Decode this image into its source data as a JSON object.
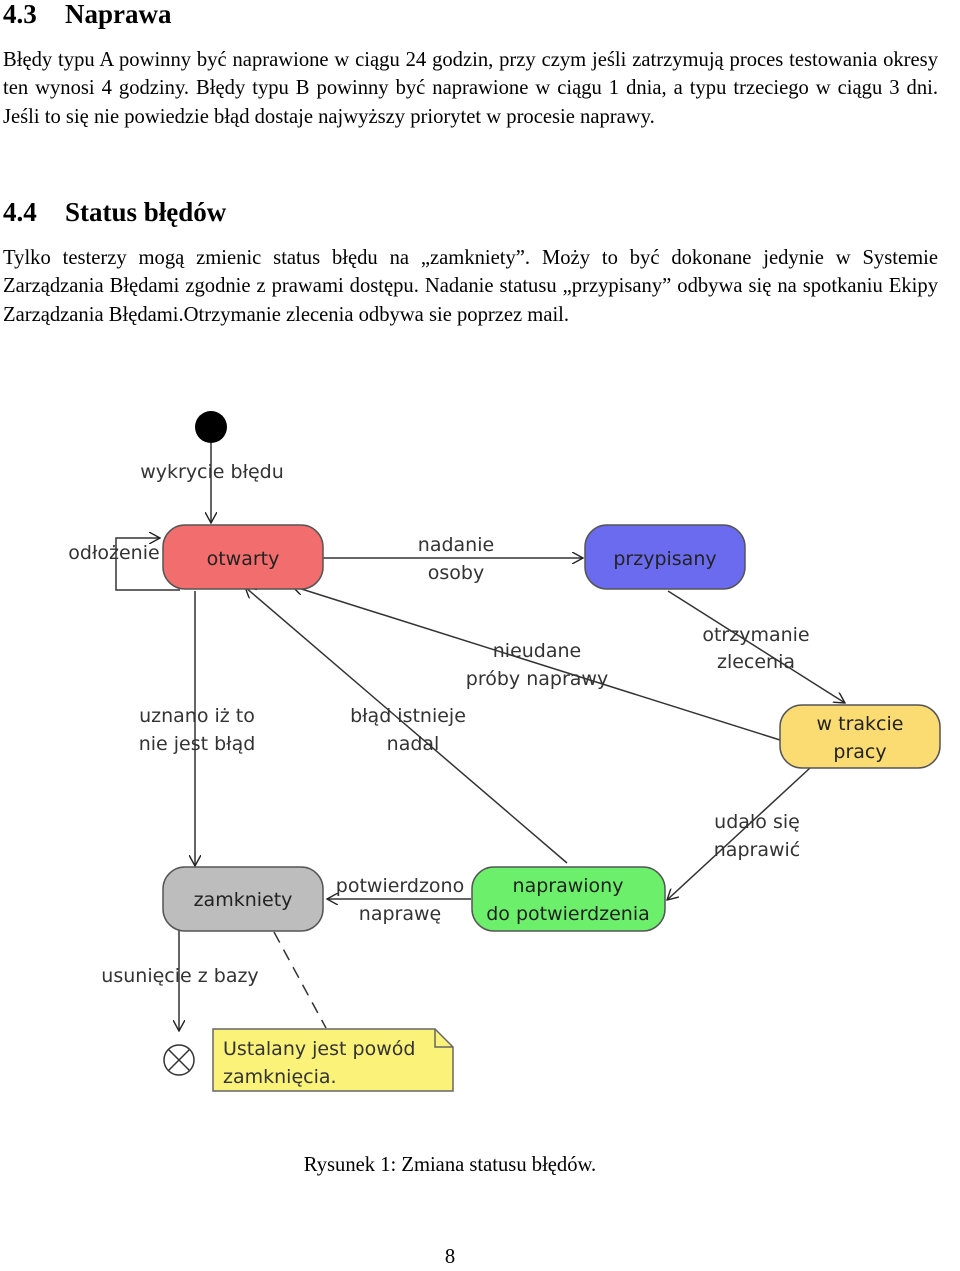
{
  "section_43": {
    "number": "4.3",
    "title": "Naprawa",
    "paragraph": "Błędy typu A powinny być naprawione w ciągu 24 godzin, przy czym jeśli zatrzymują proces testowania okresy ten wynosi 4 godziny. Błędy typu B powinny być naprawione w ciągu 1 dnia, a typu trzeciego w ciągu 3 dni. Jeśli to się nie powiedzie błąd dostaje najwyższy priorytet w procesie naprawy."
  },
  "section_44": {
    "number": "4.4",
    "title": "Status błędów",
    "paragraph": "Tylko testerzy mogą zmienic status błędu na „zamkniety”. Moży to być dokonane jedynie w Systemie Zarządzania Błędami zgodnie z prawami dostępu. Nadanie statusu „przypisany” odbywa się na spotkaniu Ekipy Zarządzania Błędami.Otrzymanie zlecenia odbywa sie poprzez mail."
  },
  "diagram": {
    "states": {
      "otwarty": "otwarty",
      "przypisany": "przypisany",
      "w_trakcie_1": "w trakcie",
      "w_trakcie_2": "pracy",
      "zamkniety": "zamkniety",
      "naprawiony_1": "naprawiony",
      "naprawiony_2": "do potwierdzenia"
    },
    "transitions": {
      "wykrycie": "wykrycie błędu",
      "odlozenie": "odłożenie",
      "nadanie_1": "nadanie",
      "nadanie_2": "osoby",
      "otrzymanie_1": "otrzymanie",
      "otrzymanie_2": "zlecenia",
      "nieudane_1": "nieudane",
      "nieudane_2": "próby naprawy",
      "uznano_1": "uznano iż to",
      "uznano_2": "nie jest błąd",
      "blad_istnieje_1": "błąd istnieje",
      "blad_istnieje_2": "nadal",
      "udalo_1": "udało się",
      "udalo_2": "naprawić",
      "potwierdzono_1": "potwierdzono",
      "potwierdzono_2": "naprawę",
      "usuniecie": "usunięcie z bazy"
    },
    "note_1": "Ustalany jest powód",
    "note_2": "zamknięcia.",
    "colors": {
      "otwarty": "#f26d6d",
      "przypisany": "#6b6bef",
      "w_trakcie": "#fbdc73",
      "zamkniety": "#bdbdbd",
      "naprawiony": "#6cf06c",
      "note": "#fbf27a"
    }
  },
  "caption": "Rysunek 1: Zmiana statusu błędów.",
  "page_number": "8"
}
